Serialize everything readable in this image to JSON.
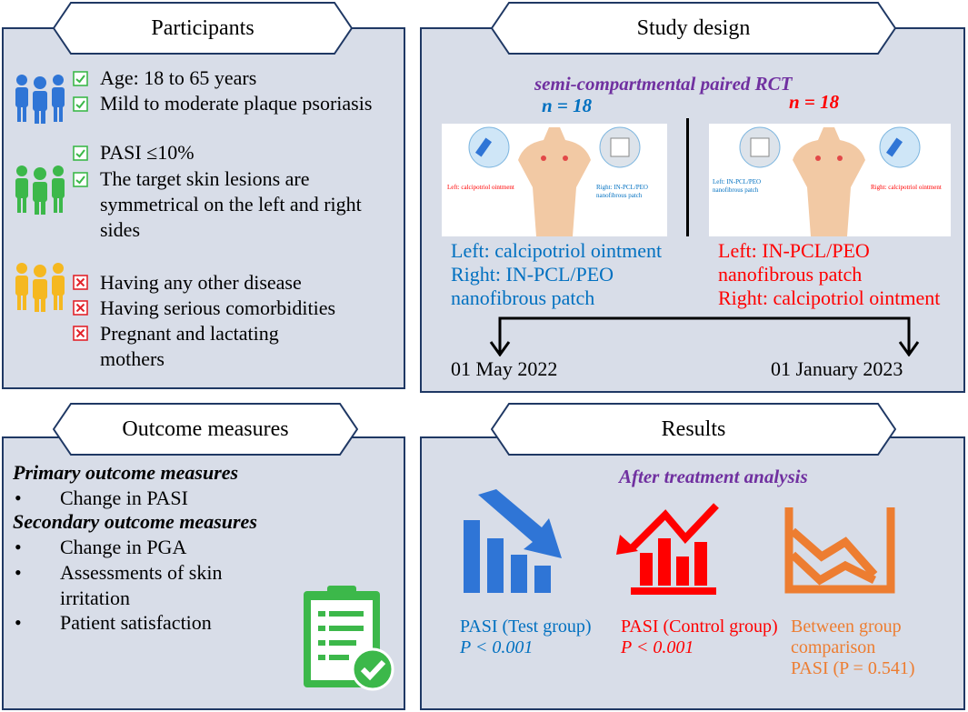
{
  "participants": {
    "title": "Participants",
    "inclusion": [
      "Age: 18 to 65 years",
      "Mild to moderate plaque psoriasis",
      "PASI ≤10%",
      "The target skin lesions are symmetrical on the left and right sides"
    ],
    "exclusion": [
      "Having any other disease",
      "Having serious comorbidities",
      "Pregnant and lactating mothers"
    ],
    "colors": {
      "group1": "#2f75d6",
      "group2": "#3cb84a",
      "group3": "#f5b820",
      "check": "#3cb84a",
      "cross": "#e2242b"
    }
  },
  "study_design": {
    "title": "Study design",
    "subtitle": "semi-compartmental paired RCT",
    "n_left": "n = 18",
    "n_right": "n = 18",
    "left_image": {
      "label_left": "Left: calcipotriol ointment",
      "label_right": "Right: IN-PCL/PEO nanofibrous patch"
    },
    "right_image": {
      "label_left": "Left: IN-PCL/PEO nanofibrous patch",
      "label_right": "Right: calcipotriol ointment"
    },
    "left_desc_1": "Left: calcipotriol ointment",
    "left_desc_2": "Right: IN-PCL/PEO",
    "left_desc_3": "nanofibrous patch",
    "right_desc_1": "Left: IN-PCL/PEO",
    "right_desc_2": "nanofibrous patch",
    "right_desc_3": "Right: calcipotriol ointment",
    "date_start": "01 May 2022",
    "date_end": "01 January 2023"
  },
  "outcome_measures": {
    "title": "Outcome measures",
    "primary_heading": "Primary outcome measures",
    "primary": [
      "Change in PASI"
    ],
    "secondary_heading": "Secondary outcome measures",
    "secondary": [
      "Change in PGA",
      "Assessments of skin irritation",
      "Patient satisfaction"
    ]
  },
  "results": {
    "title": "Results",
    "subtitle": "After treatment analysis",
    "test_label": "PASI (Test group)",
    "test_p": "P < 0.001",
    "control_label": "PASI (Control group)",
    "control_p": "P < 0.001",
    "between_1": "Between group",
    "between_2": "comparison",
    "between_3": "PASI (P = 0.541)"
  }
}
